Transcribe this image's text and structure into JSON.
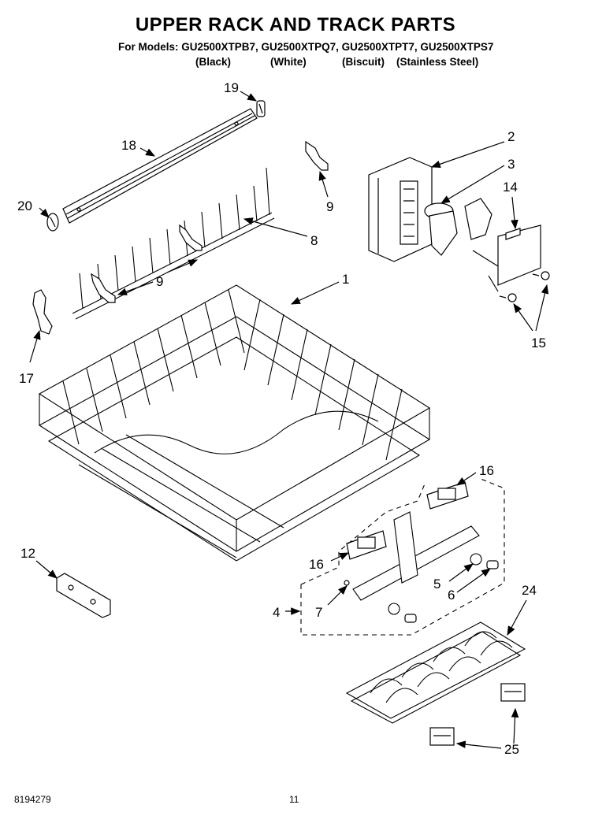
{
  "header": {
    "title": "UPPER RACK AND TRACK PARTS",
    "models_line": "For Models: GU2500XTPB7, GU2500XTPQ7, GU2500XTPT7, GU2500XTPS7",
    "colors": [
      "(Black)",
      "(White)",
      "(Biscuit)",
      "(Stainless Steel)"
    ]
  },
  "callouts": {
    "c1": "1",
    "c2": "2",
    "c3": "3",
    "c4": "4",
    "c5": "5",
    "c6": "6",
    "c7": "7",
    "c8": "8",
    "c9a": "9",
    "c9b": "9",
    "c12": "12",
    "c14": "14",
    "c15": "15",
    "c16a": "16",
    "c16b": "16",
    "c17": "17",
    "c18": "18",
    "c19": "19",
    "c20": "20",
    "c24": "24",
    "c25": "25"
  },
  "footer": {
    "doc_number": "8194279",
    "page_number": "11"
  }
}
